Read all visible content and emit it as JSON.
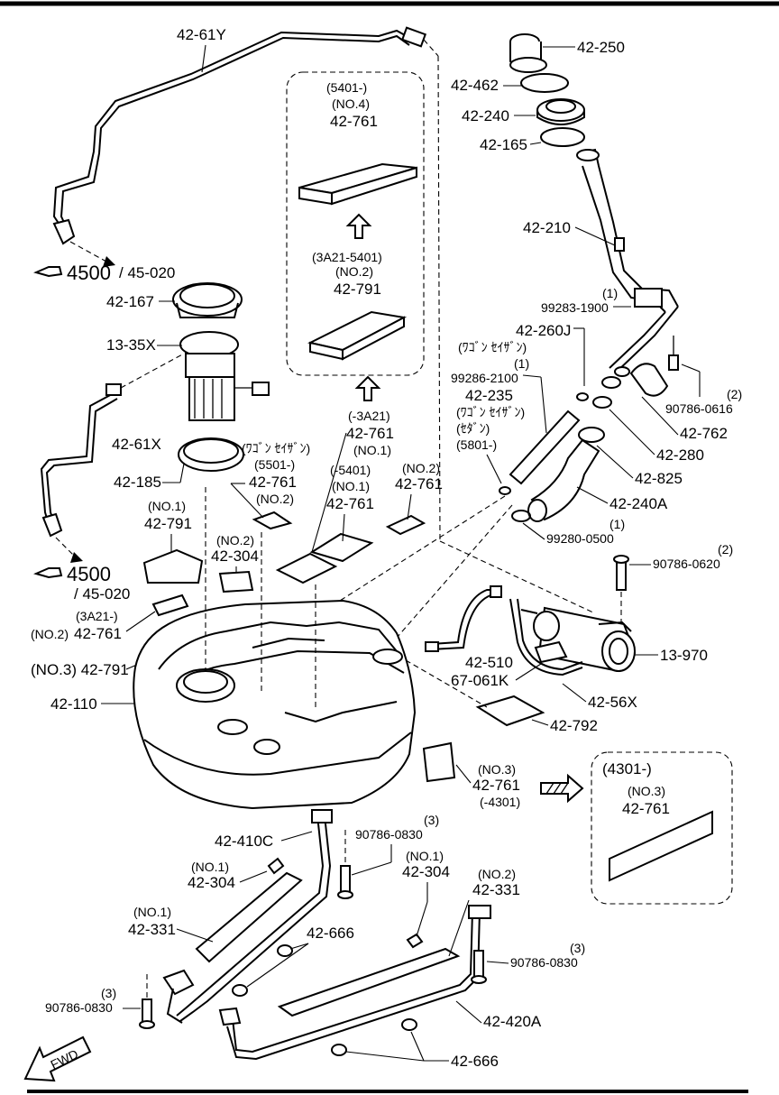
{
  "labels": {
    "l_42_61y": "42-61Y",
    "ref_a_num": "4500",
    "ref_a_sub": "/ 45-020",
    "l_42_167": "42-167",
    "l_13_35x": "13-35X",
    "l_42_61x": "42-61X",
    "l_42_185": "42-185",
    "ref_b_num": "4500",
    "ref_b_sub": "/ 45-020",
    "note_5401_no4_a": "(5401-)",
    "note_5401_no4_b": "(NO.4)",
    "note_5401_no4_c": "42-761",
    "note_3a21_a": "(3A21-5401)",
    "note_3a21_b": "(NO.2)",
    "note_3a21_c": "42-791",
    "l_42_250": "42-250",
    "l_42_462": "42-462",
    "l_42_240": "42-240",
    "l_42_165": "42-165",
    "l_42_210": "42-210",
    "l_99283_q": "(1)",
    "l_99283": "99283-1900",
    "l_42_260j": "42-260J",
    "l_wagon": "(ﾜｺﾞﾝ ｾｲｻﾞﾝ)",
    "l_99286_q": "(1)",
    "l_99286": "99286-2100",
    "l_42_235": "42-235",
    "l_wagon2": "(ﾜｺﾞﾝ ｾｲｻﾞﾝ)",
    "l_sedan": "(ｾﾀﾞﾝ)",
    "l_5801": "(5801-)",
    "l_90786_0616_q": "(2)",
    "l_90786_0616": "90786-0616",
    "l_42_762": "42-762",
    "l_42_280": "42-280",
    "l_42_825": "42-825",
    "l_42_240a": "42-240A",
    "l_99280_q": "(1)",
    "l_99280": "99280-0500",
    "l_3a21_top_a": "(-3A21)",
    "l_3a21_top_b": "42-761",
    "l_3a21_top_c": "(NO.1)",
    "l_wagon_5501": "(ﾜｺﾞﾝ ｾｲｻﾞﾝ)",
    "l_5501": "(5501-)",
    "l_5501_761": "42-761",
    "l_5501_no2": "(NO.2)",
    "l_m5401": "(-5401)",
    "l_m5401_no1": "(NO.1)",
    "l_m5401_761": "42-761",
    "l_no2_761_a": "(NO.2)",
    "l_no2_761_b": "42-761",
    "l_no1_791_a": "(NO.1)",
    "l_no1_791_b": "42-791",
    "l_no2_304_a": "(NO.2)",
    "l_no2_304_b": "42-304",
    "l_3a21_left_a": "(3A21-)",
    "l_3a21_left_b": "(NO.2)",
    "l_3a21_left_c": "42-761",
    "l_no3_791": "(NO.3) 42-791",
    "l_42_110": "42-110",
    "l_90786_0620_q": "(2)",
    "l_90786_0620": "90786-0620",
    "l_13_970": "13-970",
    "l_42_510": "42-510",
    "l_67_061k": "67-061K",
    "l_42_56x": "42-56X",
    "l_42_792": "42-792",
    "l_no3_761_a": "(NO.3)",
    "l_no3_761_b": "42-761",
    "l_no3_761_c": "(-4301)",
    "box_4301_title": "(4301-)",
    "box_4301_no3": "(NO.3)",
    "box_4301_761": "42-761",
    "l_42_410c": "42-410C",
    "l_90786_0830a_q": "(3)",
    "l_90786_0830a": "90786-0830",
    "l_no1_304_left_a": "(NO.1)",
    "l_no1_304_left_b": "42-304",
    "l_no1_304_right_a": "(NO.1)",
    "l_no1_304_right_b": "42-304",
    "l_no2_331_a": "(NO.2)",
    "l_no2_331_b": "42-331",
    "l_no1_331_a": "(NO.1)",
    "l_no1_331_b": "42-331",
    "l_42_666a": "42-666",
    "l_90786_0830b_q": "(3)",
    "l_90786_0830b": "90786-0830",
    "l_90786_0830c_q": "(3)",
    "l_90786_0830c": "90786-0830",
    "l_42_420a": "42-420A",
    "l_42_666b": "42-666",
    "fwd": "FWD"
  }
}
